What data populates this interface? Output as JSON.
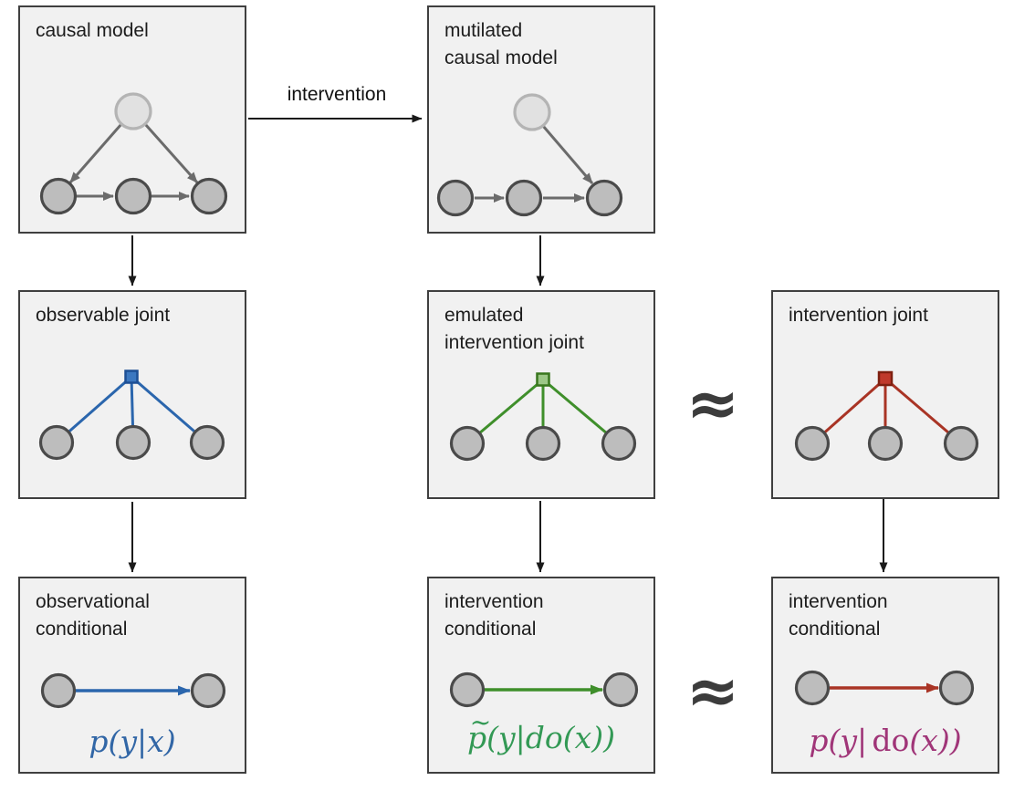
{
  "labels": {
    "intervention_arrow": "intervention",
    "approx_symbol": "≈"
  },
  "panels": {
    "causal_model": {
      "title_lines": [
        "causal model"
      ]
    },
    "mutilated_causal_model": {
      "title_lines": [
        "mutilated",
        "causal model"
      ]
    },
    "observable_joint": {
      "title_lines": [
        "observable joint"
      ]
    },
    "emulated_intervention_joint": {
      "title_lines": [
        "emulated",
        "intervention joint"
      ]
    },
    "intervention_joint": {
      "title_lines": [
        "intervention joint"
      ]
    },
    "observational_conditional": {
      "title_lines": [
        "observational",
        "conditional"
      ],
      "formula": "p(y|x)"
    },
    "intervention_conditional_emulated": {
      "title_lines": [
        "intervention",
        "conditional"
      ],
      "formula_tilde": "~",
      "formula_p": "p",
      "formula_rest": "(y|do(x))"
    },
    "intervention_conditional_true": {
      "title_lines": [
        "intervention",
        "conditional"
      ],
      "formula_pre": "p(y|",
      "formula_do": "do",
      "formula_post": "(x))"
    }
  },
  "colors": {
    "blue": "#2b66ad",
    "blue_fill": "#3c78c0",
    "blue_dark": "#1d4f94",
    "green": "#3f8f2b",
    "green_fill": "#9cc787",
    "green_dark": "#38761d",
    "red": "#a93425",
    "red_fill": "#c0392b",
    "red_dark": "#7e2010",
    "formula_blue": "#3166a6",
    "formula_green": "#339955",
    "formula_magenta": "#a03578",
    "node_gray": "#bdbdbd",
    "node_light": "#e1e1e1",
    "dag_edge": "#6b6b6b",
    "connector_black": "#1a1a1a"
  }
}
